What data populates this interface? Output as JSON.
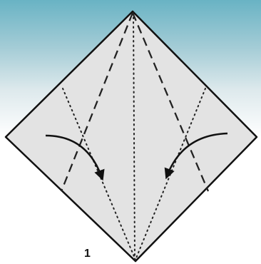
{
  "step": {
    "number": "1"
  },
  "paper": {
    "fill": "#e3e3e3",
    "stroke": "#111111"
  },
  "background": {
    "top_color": "#69b3c4",
    "bottom_color": "#ffffff"
  },
  "folds": {
    "center_line": "dotted",
    "valley_folds": "dashed",
    "lower_folds": "dotted"
  },
  "icons": {
    "left_arrow": "curved-arrow-right-down-icon",
    "right_arrow": "curved-arrow-left-down-icon"
  }
}
